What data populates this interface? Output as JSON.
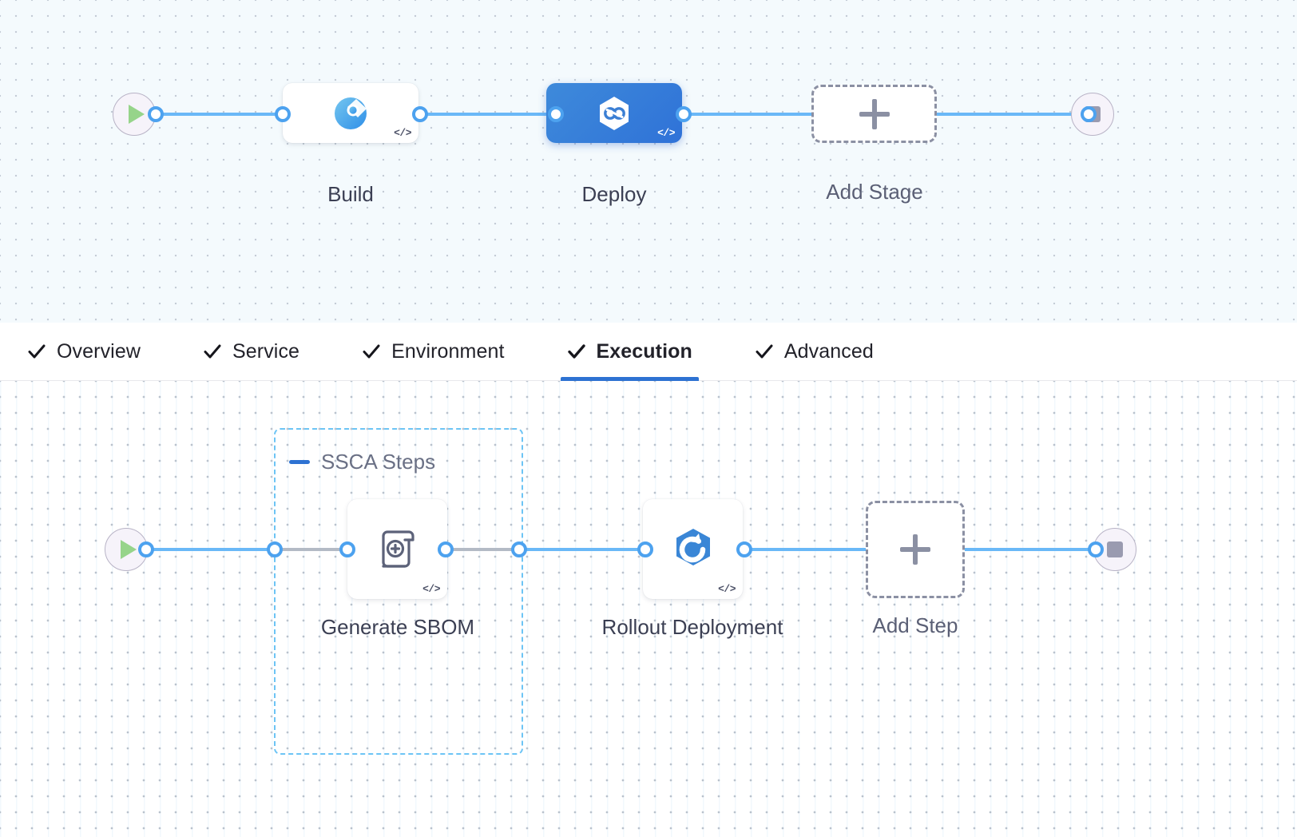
{
  "stage_graph": {
    "start_node": {
      "name": "pipeline-start",
      "icon": "play-icon"
    },
    "end_node": {
      "name": "pipeline-end",
      "icon": "stop-icon"
    },
    "stages": [
      {
        "id": "build",
        "label": "Build",
        "icon": "ci-build-icon",
        "selected": false,
        "code_badge": "</>"
      },
      {
        "id": "deploy",
        "label": "Deploy",
        "icon": "cd-deploy-icon",
        "selected": true,
        "code_badge": "</>"
      }
    ],
    "add_stage": {
      "label": "Add Stage",
      "icon": "plus-icon"
    }
  },
  "tabs": [
    {
      "id": "overview",
      "label": "Overview",
      "icon": "check-icon",
      "active": false
    },
    {
      "id": "service",
      "label": "Service",
      "icon": "check-icon",
      "active": false
    },
    {
      "id": "environment",
      "label": "Environment",
      "icon": "check-icon",
      "active": false
    },
    {
      "id": "execution",
      "label": "Execution",
      "icon": "check-icon",
      "active": true
    },
    {
      "id": "advanced",
      "label": "Advanced",
      "icon": "check-icon",
      "active": false
    }
  ],
  "step_graph": {
    "start_node": {
      "name": "execution-start",
      "icon": "play-icon"
    },
    "end_node": {
      "name": "execution-end",
      "icon": "stop-icon"
    },
    "group": {
      "title": "SSCA Steps",
      "collapse_icon": "minus-icon"
    },
    "steps": [
      {
        "id": "generate-sbom",
        "label": "Generate SBOM",
        "icon": "sbom-scroll-icon",
        "code_badge": "</>"
      },
      {
        "id": "rollout-deployment",
        "label": "Rollout Deployment",
        "icon": "k8s-rollout-icon",
        "code_badge": "</>"
      }
    ],
    "add_step": {
      "label": "Add Step",
      "icon": "plus-icon"
    }
  },
  "colors": {
    "accent_blue": "#2d72d2",
    "edge_blue": "#6ab8f7",
    "group_border": "#6cc4f5",
    "selected_node": "#2f72d8",
    "canvas_top_bg": "#f4fafd",
    "canvas_bottom_bg": "#ffffff"
  }
}
